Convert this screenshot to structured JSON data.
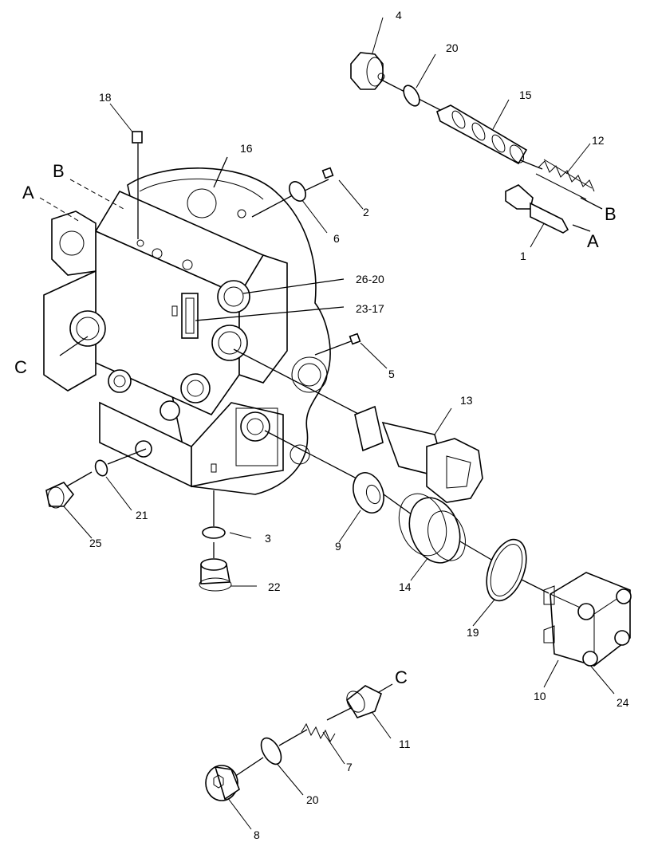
{
  "callouts": {
    "p1": "1",
    "p2": "2",
    "p3": "3",
    "p4": "4",
    "p5": "5",
    "p6": "6",
    "p7": "7",
    "p8": "8",
    "p9": "9",
    "p10": "10",
    "p11": "11",
    "p12": "12",
    "p13": "13",
    "p14": "14",
    "p15": "15",
    "p16": "16",
    "p18": "18",
    "p19": "19",
    "p20a": "20",
    "p20b": "20",
    "p21": "21",
    "p22": "22",
    "p24": "24",
    "p25": "25",
    "p26_20": "26-20",
    "p23_17": "23-17"
  },
  "letters": {
    "a_left": "A",
    "b_left": "B",
    "c_left": "C",
    "b_right": "B",
    "a_right": "A",
    "c_right": "C"
  }
}
